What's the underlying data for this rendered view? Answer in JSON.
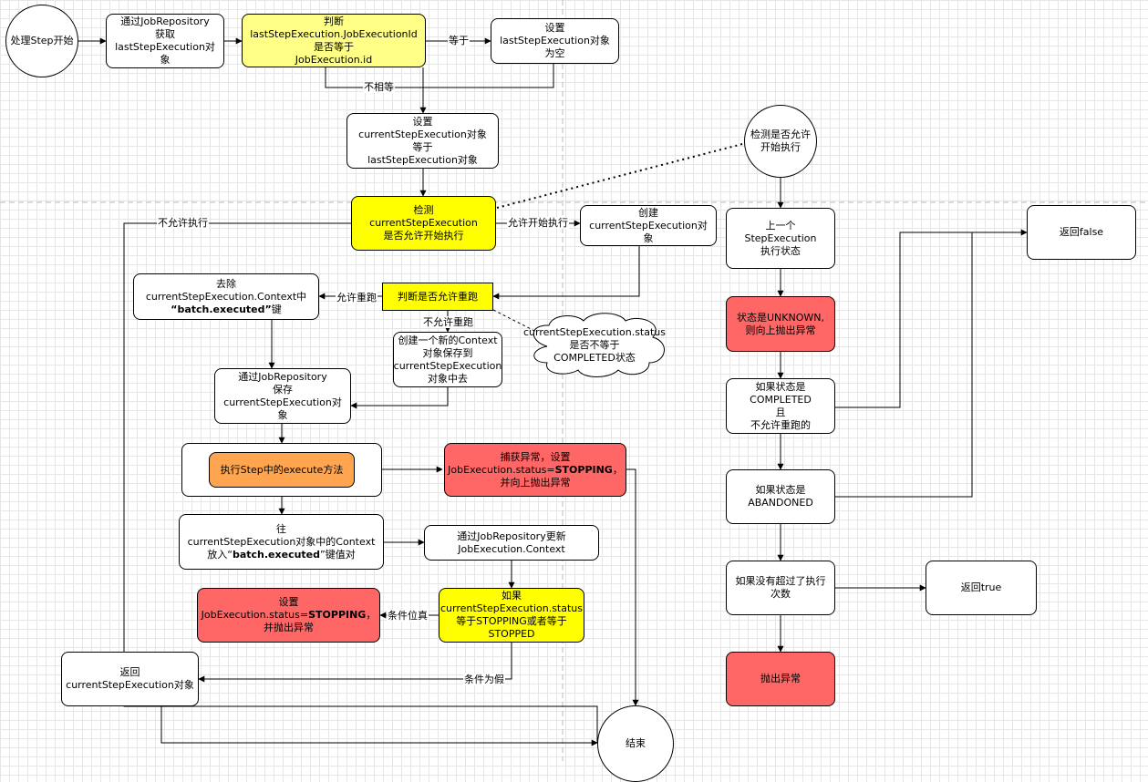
{
  "diagram": {
    "nodes": {
      "start": "处理Step开始",
      "get_last": "通过JobRepository\n获取\nlastStepExecution对象",
      "judge_id": "判断\nlastStepExecution.JobExecutionId\n是否等于\nJobExecution.id",
      "set_null": "设置\nlastStepExecution对象\n为空",
      "set_current": "设置\ncurrentStepExecution对象\n等于\nlastStepExecution对象",
      "check_allowed": "检测\ncurrentStepExecution\n是否允许开始执行",
      "check_circle": "检测是否允许\n开始执行",
      "create_current": "创建\ncurrentStepExecution对象",
      "judge_restart": "判断是否允许重跑",
      "remove_ctx_1": "去除",
      "remove_ctx_2": "currentStepExecution.Context中",
      "remove_ctx_3": "“batch.executed”",
      "remove_ctx_4": "键",
      "create_ctx": "创建一个新的Context\n对象保存到\ncurrentStepExecution\n对象中去",
      "cloud": "currentStepExecution.status\n是否不等于\nCOMPLETED状态",
      "save_repo": "通过JobRepository\n保存\ncurrentStepExecution对象",
      "execute": "执行Step中的execute方法",
      "catch_1": "捕获异常，设置",
      "catch_2": "JobExecution.status=",
      "catch_3": "STOPPING",
      "catch_4": "，",
      "catch_5": "并向上抛出异常",
      "put_1": "往",
      "put_2": "currentStepExecution对象中的Context",
      "put_3": "放入“",
      "put_4": "batch.executed",
      "put_5": "”键值对",
      "update_ctx": "通过JobRepository更新\nJobExecution.Context",
      "if_status": "如果\ncurrentStepExecution.status\n等于STOPPING或者等于\nSTOPPED",
      "set_stopping_1": "设置",
      "set_stopping_2": "JobExecution.status=",
      "set_stopping_3": "STOPPING",
      "set_stopping_4": "，",
      "set_stopping_5": "并抛出异常",
      "return_current": "返回\ncurrentStepExecution对象",
      "end": "结束",
      "prev_status": "上一个StepExecution\n执行状态",
      "unknown": "状态是UNKNOWN,\n则向上抛出异常",
      "completed": "如果状态是\nCOMPLETED\n且\n不允许重跑的",
      "abandoned": "如果状态是\nABANDONED",
      "exceed": "如果没有超过了执行\n次数",
      "return_false": "返回false",
      "return_true": "返回true",
      "throw": "抛出异常"
    },
    "edge_labels": {
      "equal": "等于",
      "not_equal": "不相等",
      "not_allowed": "不允许执行",
      "allowed": "允许开始执行",
      "allow_restart": "允许重跑",
      "not_allow_restart": "不允许重跑",
      "cond_true": "条件位真",
      "cond_false": "条件为假"
    },
    "colors": {
      "yellow_light": "#ffff88",
      "yellow_bright": "#ffff00",
      "red": "#ff6666",
      "orange": "#ffa54f"
    }
  }
}
